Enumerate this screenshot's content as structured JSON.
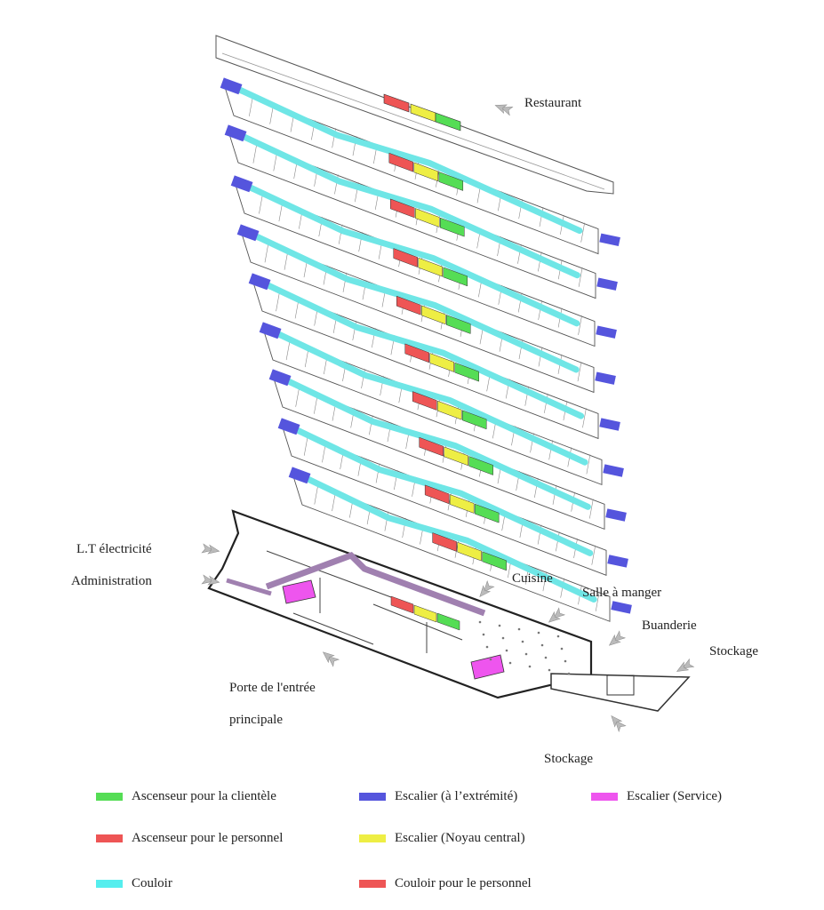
{
  "labels": {
    "restaurant": "Restaurant",
    "lt_electricite": "L.T électricité",
    "administration": "Administration",
    "cuisine": "Cuisine",
    "salle_a_manger": "Salle à manger",
    "buanderie": "Buanderie",
    "stockage_right": "Stockage",
    "stockage_bottom": "Stockage",
    "porte_line1": "Porte de l'entrée",
    "porte_line2": "principale"
  },
  "legend": [
    {
      "key": "client_elevator",
      "label": "Ascenseur pour la clientèle",
      "color": "#55dd55"
    },
    {
      "key": "stair_end",
      "label": "Escalier (à l’extrémité)",
      "color": "#5555dd"
    },
    {
      "key": "stair_service",
      "label": "Escalier (Service)",
      "color": "#ee55ee"
    },
    {
      "key": "staff_elevator",
      "label": "Ascenseur pour le personnel",
      "color": "#ee5555"
    },
    {
      "key": "stair_core",
      "label": "Escalier (Noyau central)",
      "color": "#eeee44"
    },
    {
      "key": "corridor",
      "label": "Couloir",
      "color": "#55eeee"
    },
    {
      "key": "staff_corridor",
      "label": "Couloir pour le personnel",
      "color": "#ee5555"
    }
  ],
  "colors": {
    "corridor": "#6fe6e6",
    "stair_end": "#5555dd",
    "stair_core": "#eeee44",
    "client_elevator": "#55dd55",
    "staff_elevator": "#ee5555",
    "stair_service": "#ee55ee",
    "staff_corridor": "#a080b0",
    "outline": "#555555"
  }
}
